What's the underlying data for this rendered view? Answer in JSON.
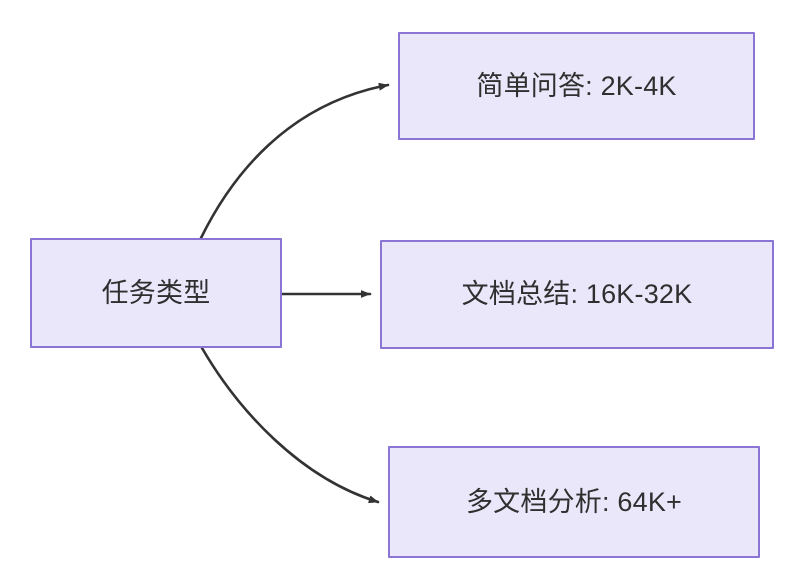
{
  "diagram": {
    "type": "flowchart",
    "direction": "left-to-right",
    "background_color": "#ffffff",
    "node_fill_color": "#eae7fa",
    "node_border_color": "#8a74d4",
    "node_text_color": "#2f2f2f",
    "edge_color": "#333333",
    "nodes": [
      {
        "id": "source",
        "label": "任务类型"
      },
      {
        "id": "simple",
        "label": "简单问答: 2K-4K"
      },
      {
        "id": "doc",
        "label": "文档总结: 16K-32K"
      },
      {
        "id": "multidoc",
        "label": "多文档分析: 64K+"
      }
    ],
    "edges": [
      {
        "from": "source",
        "to": "simple",
        "style": "curved",
        "label": ""
      },
      {
        "from": "source",
        "to": "doc",
        "style": "straight",
        "label": ""
      },
      {
        "from": "source",
        "to": "multidoc",
        "style": "curved",
        "label": ""
      }
    ]
  }
}
